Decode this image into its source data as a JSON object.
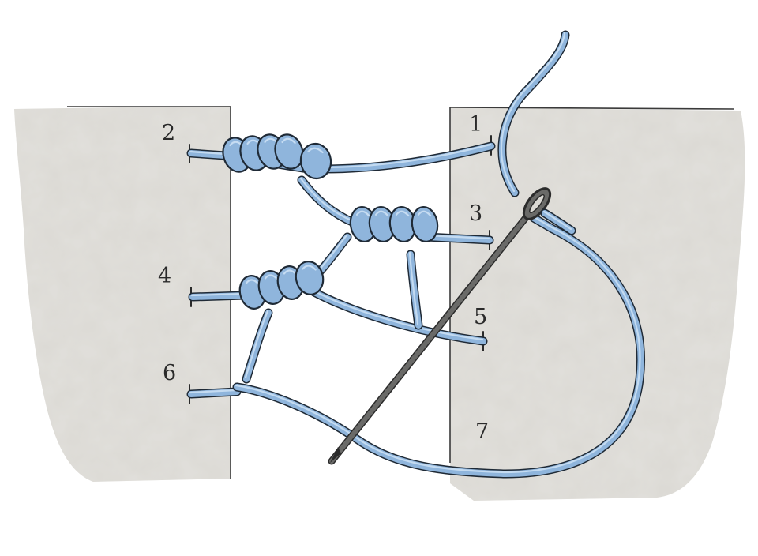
{
  "figure": {
    "hole_labels": [
      "1",
      "2",
      "3",
      "4",
      "5",
      "6",
      "7"
    ]
  },
  "colors": {
    "fabric": "#dbd9d4",
    "fabric_edge": "#3a3a3a",
    "thread": "#8fb5dc",
    "thread_outline": "#1f2a36",
    "needle": "#5e5e5c"
  },
  "icons": {
    "needle": "sewing-needle-icon",
    "thread": "thread-strand"
  }
}
